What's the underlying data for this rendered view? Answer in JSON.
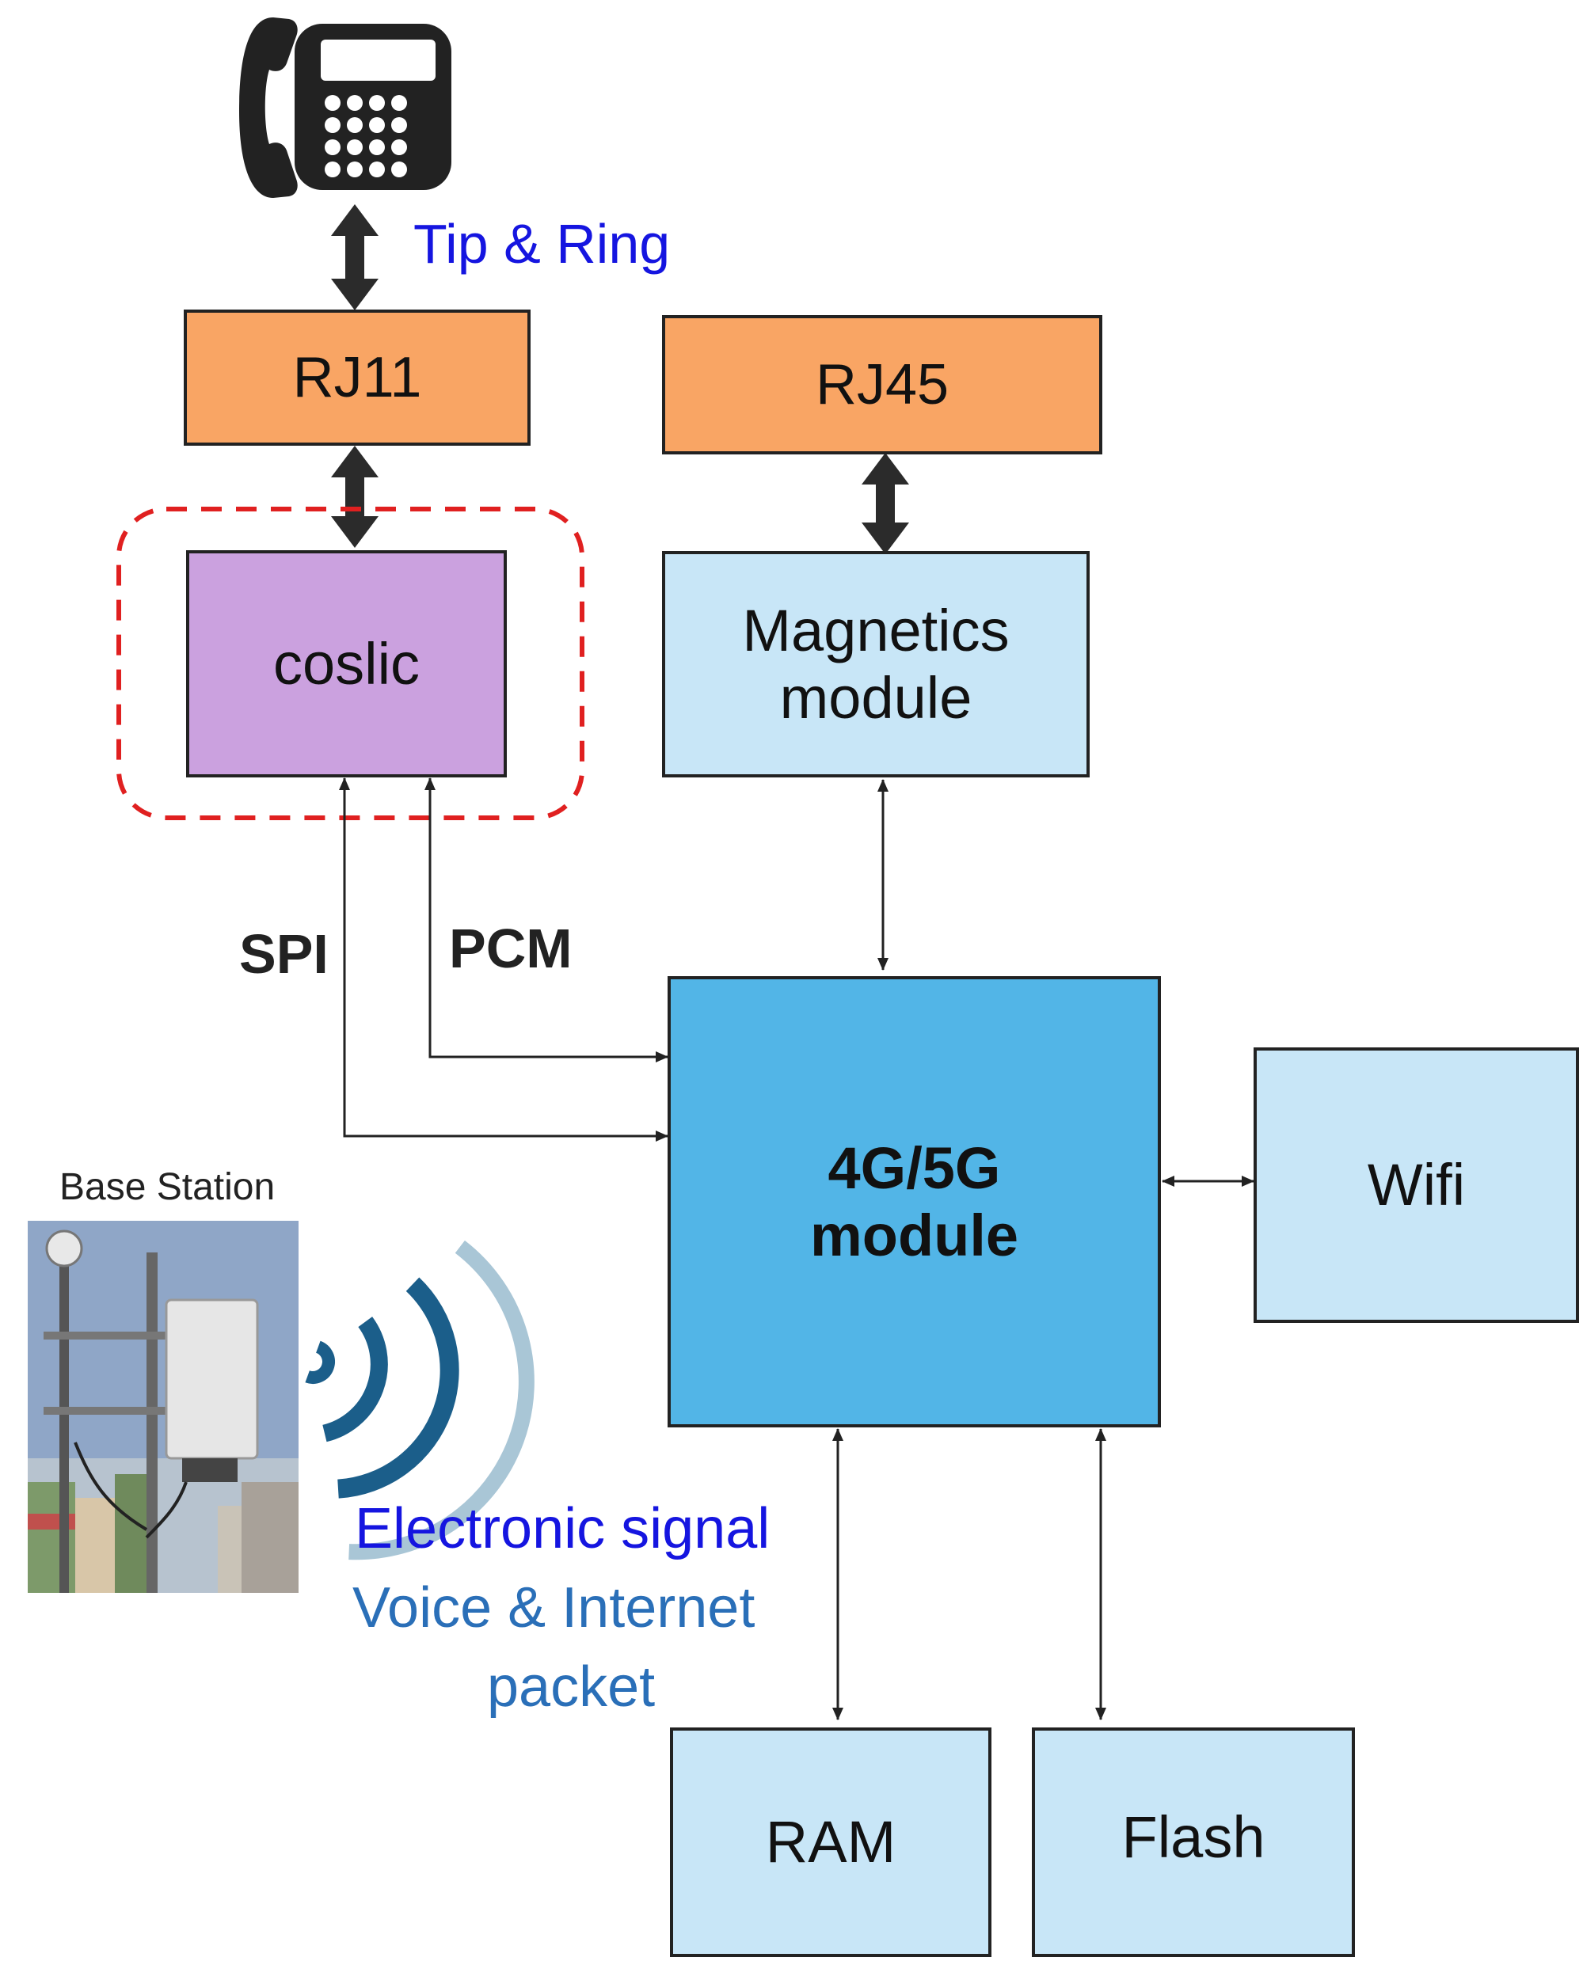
{
  "blocks": {
    "rj11": "RJ11",
    "rj45": "RJ45",
    "coslic": "coslic",
    "magnetics_line1": "Magnetics",
    "magnetics_line2": "module",
    "module_line1": "4G/5G",
    "module_line2": "module",
    "wifi": "Wifi",
    "ram": "RAM",
    "flash": "Flash"
  },
  "labels": {
    "tip_ring": "Tip & Ring",
    "spi": "SPI",
    "pcm": "PCM",
    "base_station": "Base Station",
    "signal_line1": "Electronic signal",
    "signal_line2": "Voice & Internet",
    "signal_line3": "packet"
  },
  "colors": {
    "rj_fill": "#f9a564",
    "coslic_fill": "#cba1df",
    "light_block_fill": "#c8e6f7",
    "module_fill": "#52b5e7",
    "dashed_outline": "#e02020",
    "blue_text": "#1515e0",
    "signal_text": "#2a6fb8"
  },
  "icons": [
    "telephone-icon",
    "wireless-signal-icon"
  ]
}
